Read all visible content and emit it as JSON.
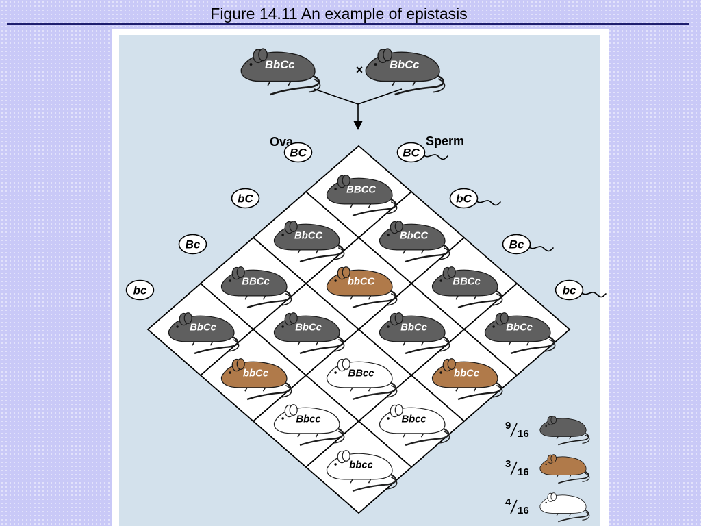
{
  "title": "Figure 14.11  An example of epistasis",
  "colors": {
    "black_coat": "#5f5f5f",
    "brown_coat": "#b07a4a",
    "white_coat": "#ffffff",
    "panel": "#d3e1ec"
  },
  "parents": {
    "left": "BbCc",
    "right": "BbCc",
    "cross_symbol": "×"
  },
  "labels": {
    "ova": "Ova",
    "sperm": "Sperm"
  },
  "ova_gametes": [
    "BC",
    "bC",
    "Bc",
    "bc"
  ],
  "sperm_gametes": [
    "BC",
    "bC",
    "Bc",
    "bc"
  ],
  "punnett_rows": [
    [
      {
        "genotype": "BBCC",
        "coat": "black"
      },
      {
        "genotype": "BbCC",
        "coat": "black"
      },
      {
        "genotype": "BBCc",
        "coat": "black"
      },
      {
        "genotype": "BbCc",
        "coat": "black"
      }
    ],
    [
      {
        "genotype": "BbCC",
        "coat": "black"
      },
      {
        "genotype": "bbCC",
        "coat": "brown"
      },
      {
        "genotype": "BbCc",
        "coat": "black"
      },
      {
        "genotype": "bbCc",
        "coat": "brown"
      }
    ],
    [
      {
        "genotype": "BBCc",
        "coat": "black"
      },
      {
        "genotype": "BbCc",
        "coat": "black"
      },
      {
        "genotype": "BBcc",
        "coat": "white"
      },
      {
        "genotype": "Bbcc",
        "coat": "white"
      }
    ],
    [
      {
        "genotype": "BbCc",
        "coat": "black"
      },
      {
        "genotype": "bbCc",
        "coat": "brown"
      },
      {
        "genotype": "Bbcc",
        "coat": "white"
      },
      {
        "genotype": "bbcc",
        "coat": "white"
      }
    ]
  ],
  "ratios": [
    {
      "numerator": "9",
      "denominator": "16",
      "coat": "black"
    },
    {
      "numerator": "3",
      "denominator": "16",
      "coat": "brown"
    },
    {
      "numerator": "4",
      "denominator": "16",
      "coat": "white"
    }
  ]
}
